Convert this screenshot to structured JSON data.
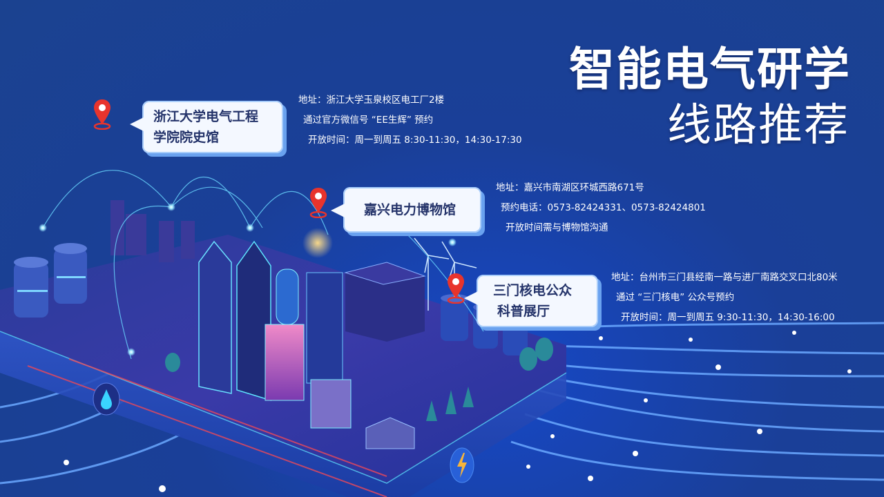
{
  "title": {
    "line1": "智能电气研学",
    "line2": "线路推荐"
  },
  "locations": [
    {
      "name_line1": "浙江大学电气工程",
      "name_line2": "学院院史馆",
      "address": "地址：浙江大学玉泉校区电工厂2楼",
      "booking": "通过官方微信号 “EE生辉” 预约",
      "hours": "开放时间：周一到周五 8:30-11:30，14:30-17:30"
    },
    {
      "name_line1": "嘉兴电力博物馆",
      "address": "地址：嘉兴市南湖区环城西路671号",
      "booking": "预约电话：0573-82424331、0573-82424801",
      "hours": "开放时间需与博物馆沟通"
    },
    {
      "name_line1": "三门核电公众",
      "name_line2": "科普展厅",
      "address": "地址：台州市三门县经南一路与进厂南路交叉口北80米",
      "booking": "通过 “三门核电” 公众号预约",
      "hours": "开放时间：周一到周五 9:30-11:30，14:30-16:00"
    }
  ],
  "icons": {
    "pin": "location-pin-icon",
    "water": "water-drop-icon",
    "power": "lightning-bolt-icon"
  },
  "colors": {
    "background": "#1b4290",
    "bubble_bg": "#f4f8ff",
    "bubble_text": "#24336a",
    "pin_red": "#e8342c",
    "bolt_yellow": "#f7b53a",
    "glow_cyan": "#5ee6ff"
  }
}
